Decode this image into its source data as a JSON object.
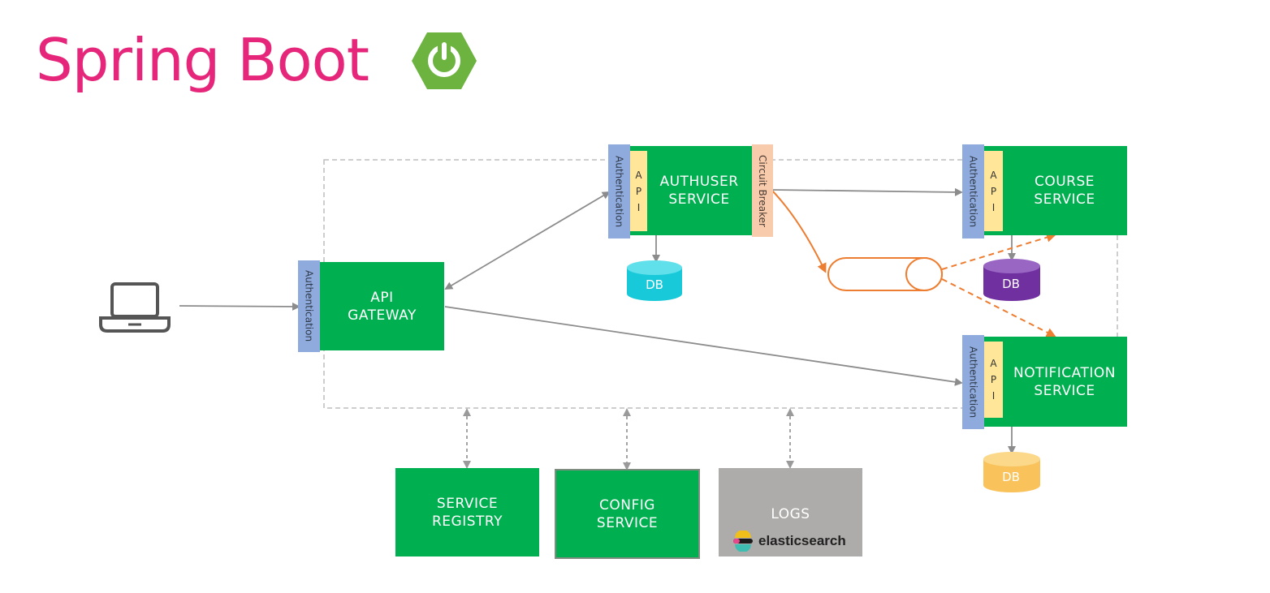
{
  "title": "Spring Boot",
  "colors": {
    "title": "#e6267a",
    "service": "#00b050",
    "auth": "#8faadc",
    "api": "#ffe699",
    "circuit_breaker": "#f8cbad",
    "arrow": "#8c8c8c",
    "broker": "#ed7d31",
    "db_auth": "#17c9d9",
    "db_course": "#7030a0",
    "db_notification": "#f9c25a",
    "logs": "#aeacaa"
  },
  "icons": {
    "logo": "spring-power-icon",
    "client": "laptop-icon",
    "logs_brand": "elasticsearch-icon"
  },
  "gateway": {
    "label": "API\nGATEWAY",
    "auth": "Authentication"
  },
  "authuser": {
    "label": "AUTHUSER\nSERVICE",
    "auth": "Authentication",
    "api": [
      "A",
      "P",
      "I"
    ],
    "circuit_breaker": "Circuit Breaker",
    "db": "DB"
  },
  "course": {
    "label": "COURSE\nSERVICE",
    "auth": "Authentication",
    "api": [
      "A",
      "P",
      "I"
    ],
    "db": "DB"
  },
  "notification": {
    "label": "NOTIFICATION\nSERVICE",
    "auth": "Authentication",
    "api": [
      "A",
      "P",
      "I"
    ],
    "db": "DB"
  },
  "registry": {
    "label": "SERVICE\nREGISTRY"
  },
  "config": {
    "label": "CONFIG\nSERVICE"
  },
  "logs": {
    "label": "LOGS",
    "brand": "elasticsearch"
  }
}
